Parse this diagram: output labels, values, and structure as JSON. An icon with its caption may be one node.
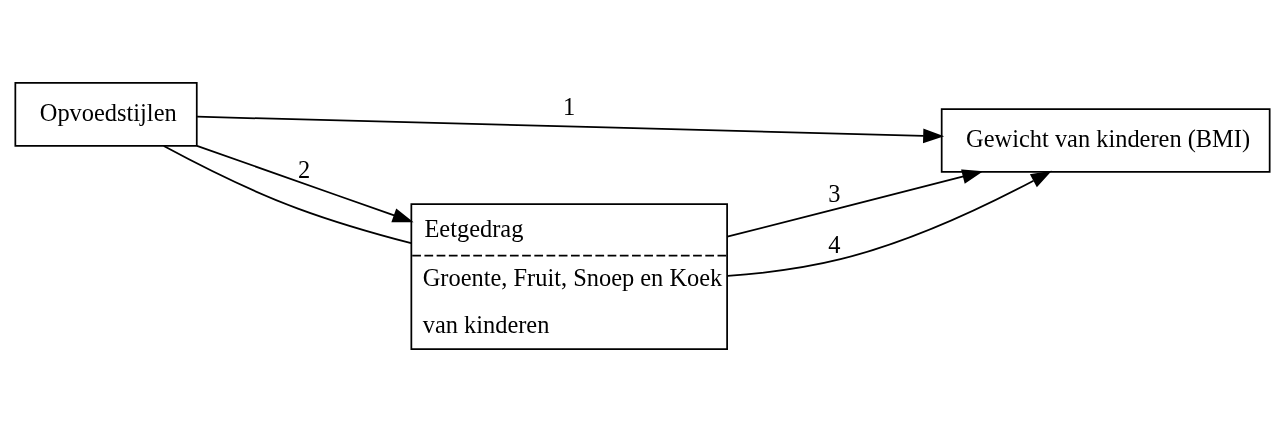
{
  "diagram": {
    "nodes": [
      {
        "text": [
          "Opvoedstijlen"
        ]
      },
      {
        "text": [
          "Gewicht van kinderen (BMI)"
        ]
      },
      {
        "text": [
          "Eetgedrag",
          "Groente, Fruit, Snoep en Koek",
          "van kinderen"
        ]
      }
    ],
    "edges": [
      {
        "from": 0,
        "to": 1,
        "arrow": "to",
        "label": "1"
      },
      {
        "from": 0,
        "to": 2,
        "arrow": "to",
        "label": "2"
      },
      {
        "from": 0,
        "to": 2,
        "arrow": "none"
      },
      {
        "from": 2,
        "to": 1,
        "arrow": "to",
        "label": "3"
      },
      {
        "from": 2,
        "to": 1,
        "arrow": "to",
        "label": "4"
      }
    ]
  }
}
